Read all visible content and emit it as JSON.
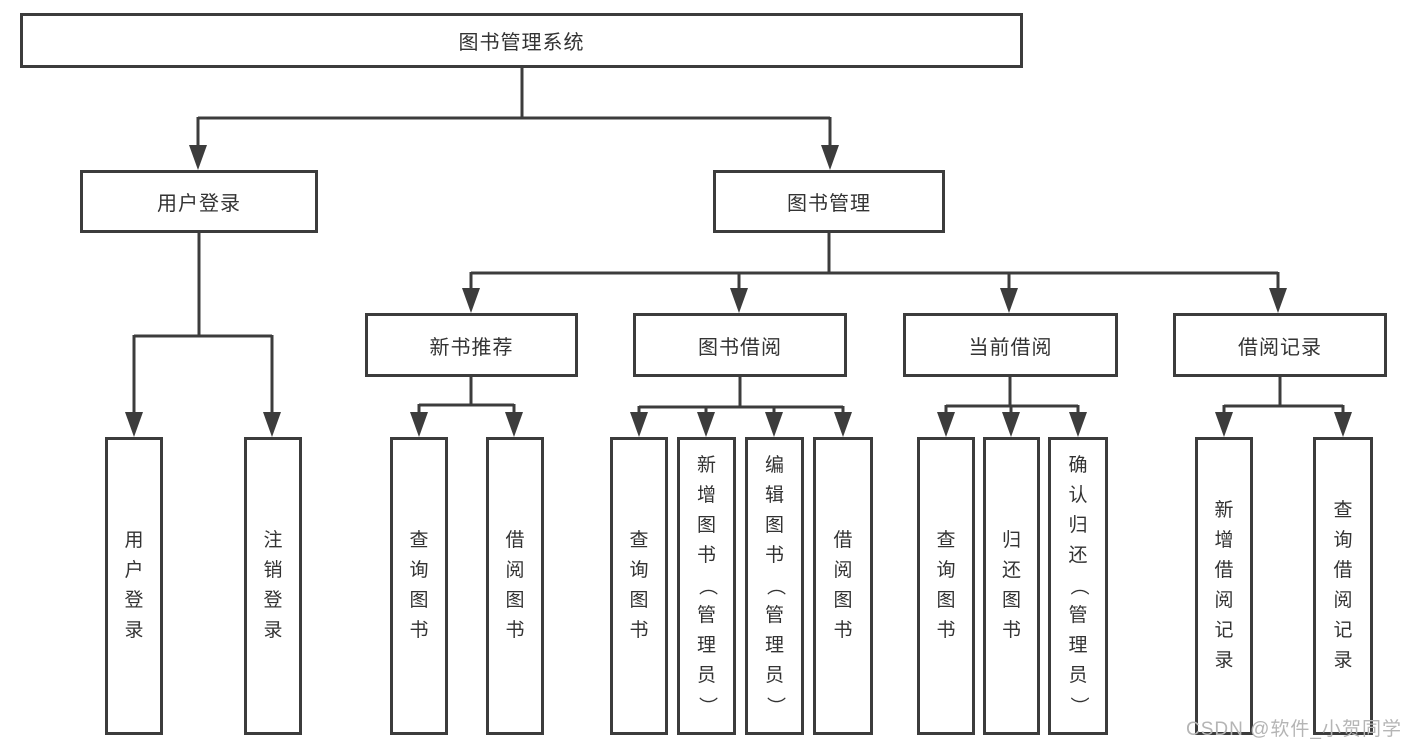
{
  "diagram_type": "hierarchy-tree",
  "colors": {
    "line": "#3c3c3c",
    "text": "#333333",
    "background": "#ffffff",
    "watermark": "#b5b5b5"
  },
  "watermark": {
    "text": "CSDN @软件_小贺同学"
  },
  "tree": {
    "label": "图书管理系统",
    "children": [
      {
        "label": "用户登录",
        "children": [
          {
            "label": "用户登录"
          },
          {
            "label": "注销登录"
          }
        ]
      },
      {
        "label": "图书管理",
        "children": [
          {
            "label": "新书推荐",
            "children": [
              {
                "label": "查询图书"
              },
              {
                "label": "借阅图书"
              }
            ]
          },
          {
            "label": "图书借阅",
            "children": [
              {
                "label": "查询图书"
              },
              {
                "label": "新增图书（管理员）"
              },
              {
                "label": "编辑图书（管理员）"
              },
              {
                "label": "借阅图书"
              }
            ]
          },
          {
            "label": "当前借阅",
            "children": [
              {
                "label": "查询图书"
              },
              {
                "label": "归还图书"
              },
              {
                "label": "确认归还（管理员）"
              }
            ]
          },
          {
            "label": "借阅记录",
            "children": [
              {
                "label": "新增借阅记录"
              },
              {
                "label": "查询借阅记录"
              }
            ]
          }
        ]
      }
    ]
  }
}
